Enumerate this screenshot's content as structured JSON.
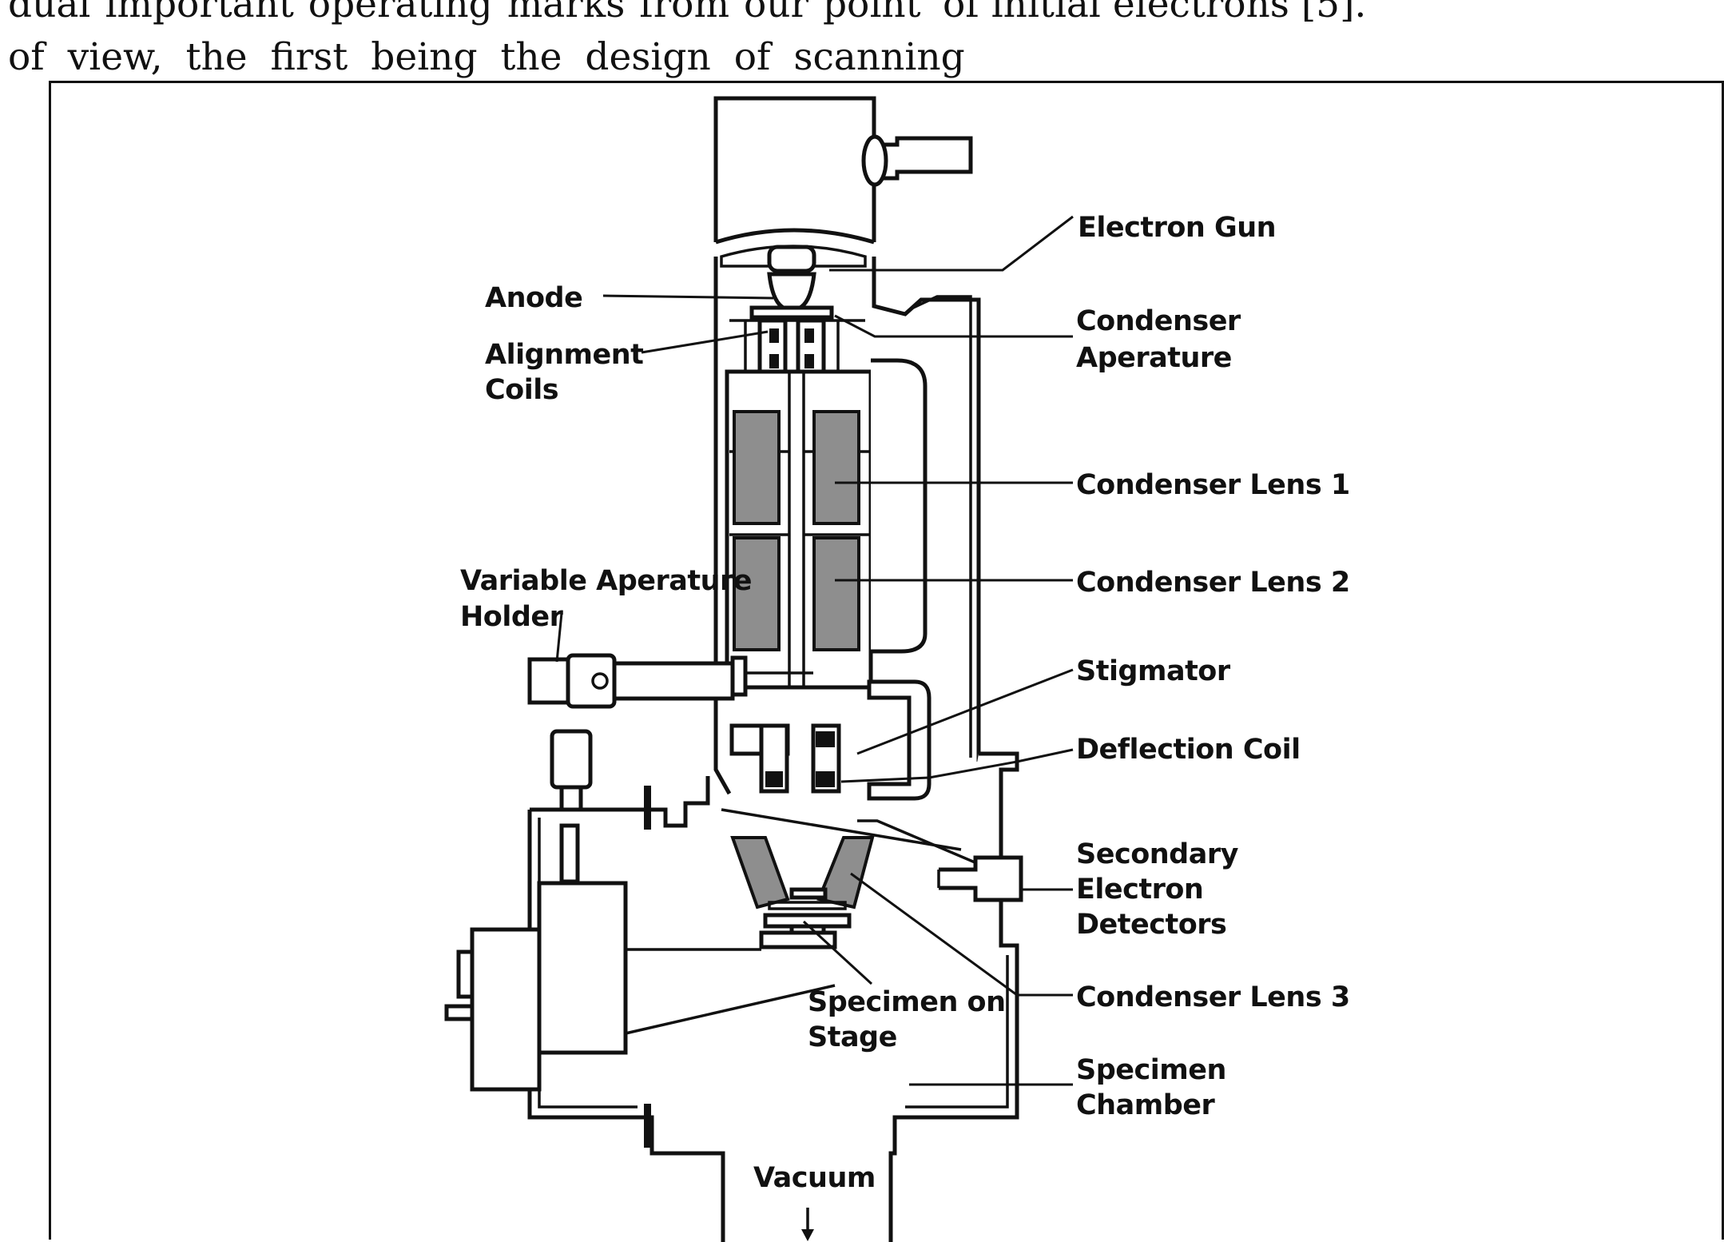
{
  "body_text": {
    "left_line_1": "dual important operating marks from our point",
    "left_line_2": "of view, the first being the design of scanning",
    "right_line_1": "of initial electrons [5]."
  },
  "diagram": {
    "labels": {
      "electron_gun": "Electron Gun",
      "anode": "Anode",
      "condenser_aperture_1": "Condenser",
      "condenser_aperture_2": "Aperature",
      "alignment_coils_1": "Alignment",
      "alignment_coils_2": "Coils",
      "condenser_lens_1": "Condenser Lens 1",
      "condenser_lens_2": "Condenser Lens 2",
      "variable_aperture_1": "Variable Aperature",
      "variable_aperture_2": "Holder",
      "stigmator": "Stigmator",
      "deflection_coil": "Deflection Coil",
      "secondary_detectors_1": "Secondary",
      "secondary_detectors_2": "Electron",
      "secondary_detectors_3": "Detectors",
      "condenser_lens_3": "Condenser Lens 3",
      "specimen_stage_1": "Specimen on",
      "specimen_stage_2": "Stage",
      "specimen_chamber_1": "Specimen",
      "specimen_chamber_2": "Chamber",
      "vacuum": "Vacuum"
    }
  }
}
